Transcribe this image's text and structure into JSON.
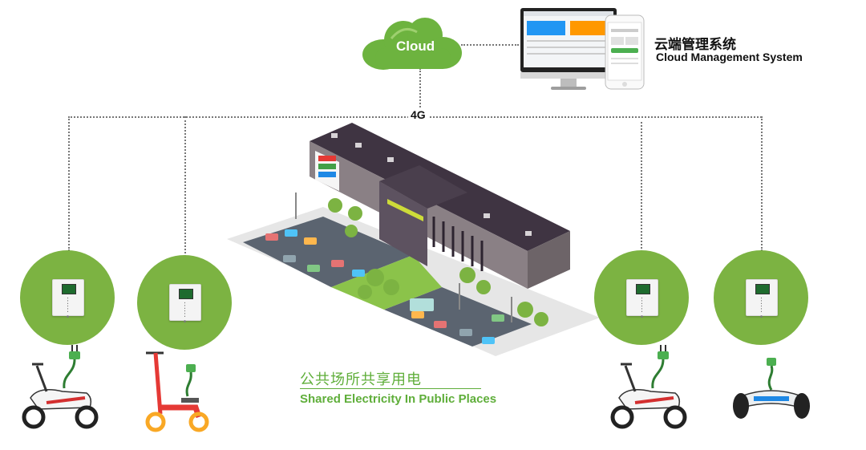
{
  "cloud": {
    "label": "Cloud",
    "color": "#6db33f"
  },
  "system": {
    "title_cn": "云端管理系统",
    "title_en": "Cloud Management System"
  },
  "network": {
    "label": "4G"
  },
  "caption": {
    "cn": "公共场所共享用电",
    "en": "Shared Electricity In Public Places"
  },
  "colors": {
    "accent_green": "#7cb342",
    "text_green": "#5fae3a",
    "building_roof": "#3f3442",
    "dotted_line": "#777777"
  },
  "devices": [
    {
      "name": "electric-scooter-left",
      "icon": "e-bike-icon"
    },
    {
      "name": "kick-scooter",
      "icon": "kick-scooter-icon"
    },
    {
      "name": "electric-scooter-right",
      "icon": "e-bike-icon"
    },
    {
      "name": "hoverboard",
      "icon": "hoverboard-icon"
    }
  ]
}
